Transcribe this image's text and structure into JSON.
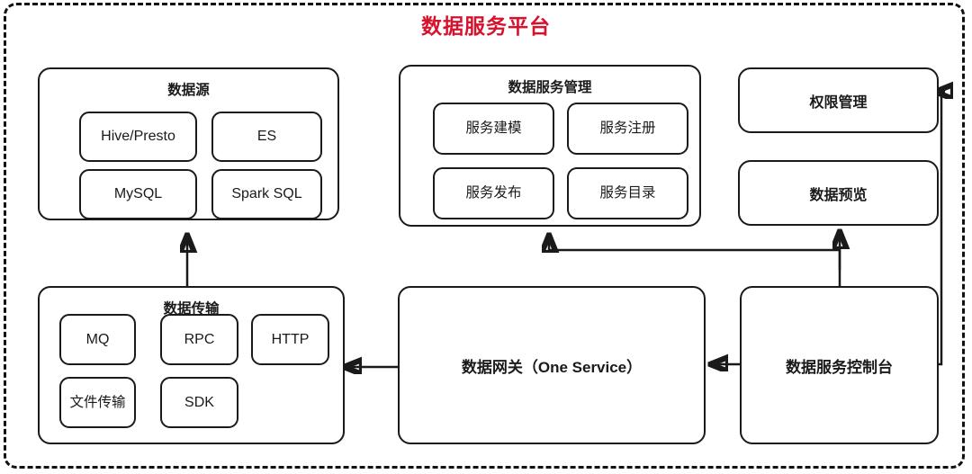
{
  "platform": {
    "title": "数据服务平台",
    "title_color": "#d6122c",
    "border_style": "dashed",
    "line_color": "#1a1a1a"
  },
  "groups": [
    {
      "key": "data_source",
      "title": "数据源",
      "items": [
        {
          "label": "Hive/Presto"
        },
        {
          "label": "ES"
        },
        {
          "label": "MySQL"
        },
        {
          "label": "Spark SQL"
        }
      ]
    },
    {
      "key": "service_management",
      "title": "数据服务管理",
      "items": [
        {
          "label": "服务建模"
        },
        {
          "label": "服务注册"
        },
        {
          "label": "服务发布"
        },
        {
          "label": "服务目录"
        }
      ]
    },
    {
      "key": "data_transfer",
      "title": "数据传输",
      "items": [
        {
          "label": "MQ"
        },
        {
          "label": "RPC"
        },
        {
          "label": "HTTP"
        },
        {
          "label": "文件传输"
        },
        {
          "label": "SDK"
        }
      ]
    }
  ],
  "nodes": {
    "permission": "权限管理",
    "data_preview": "数据预览",
    "gateway": "数据网关（One Service）",
    "console": "数据服务控制台"
  },
  "connections": [
    {
      "from": "数据传输",
      "to": "数据源",
      "direction": "up"
    },
    {
      "from": "数据网关（One Service）",
      "to": "数据传输",
      "direction": "left"
    },
    {
      "from": "数据服务控制台",
      "to": "数据网关（One Service）",
      "direction": "left"
    },
    {
      "from": "数据服务控制台",
      "to": "数据预览",
      "direction": "up"
    },
    {
      "from": "数据服务控制台",
      "to": "数据服务管理",
      "direction": "up"
    },
    {
      "from": "数据服务控制台",
      "to": "权限管理",
      "direction": "up-left"
    }
  ]
}
